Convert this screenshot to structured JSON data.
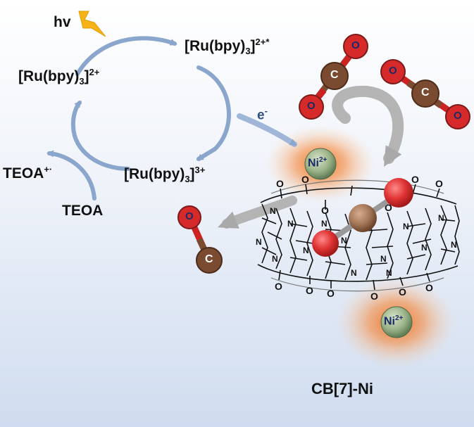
{
  "labels": {
    "hv": "hv",
    "ru_excited": {
      "base": "[Ru(bpy)",
      "sub": "3",
      "close": "]",
      "sup": "2+*"
    },
    "ru_ground": {
      "base": "[Ru(bpy)",
      "sub": "3",
      "close": "]",
      "sup": "2+"
    },
    "ru_oxidized": {
      "base": "[Ru(bpy)",
      "sub": "3",
      "close": "]",
      "sup": "3+"
    },
    "teoa_plus": {
      "base": "TEOA",
      "sup": "+·"
    },
    "teoa": "TEOA",
    "electron": {
      "base": "e",
      "sup": "-"
    },
    "ni_top": {
      "base": "Ni",
      "sup": "2+"
    },
    "ni_bottom": {
      "base": "Ni",
      "sup": "2+"
    },
    "catalyst": "CB[7]-Ni"
  },
  "atoms": {
    "oxygen": "O",
    "carbon": "C"
  },
  "colors": {
    "arrow_blue": "#8aa6cc",
    "arrow_gray": "#a9a9a9",
    "oxygen_red": "#d62a2a",
    "carbon_brown": "#7a4b30",
    "ni_green": "#9db48a",
    "glow_orange": "#f5883a",
    "lightning_yellow": "#f5b316"
  }
}
